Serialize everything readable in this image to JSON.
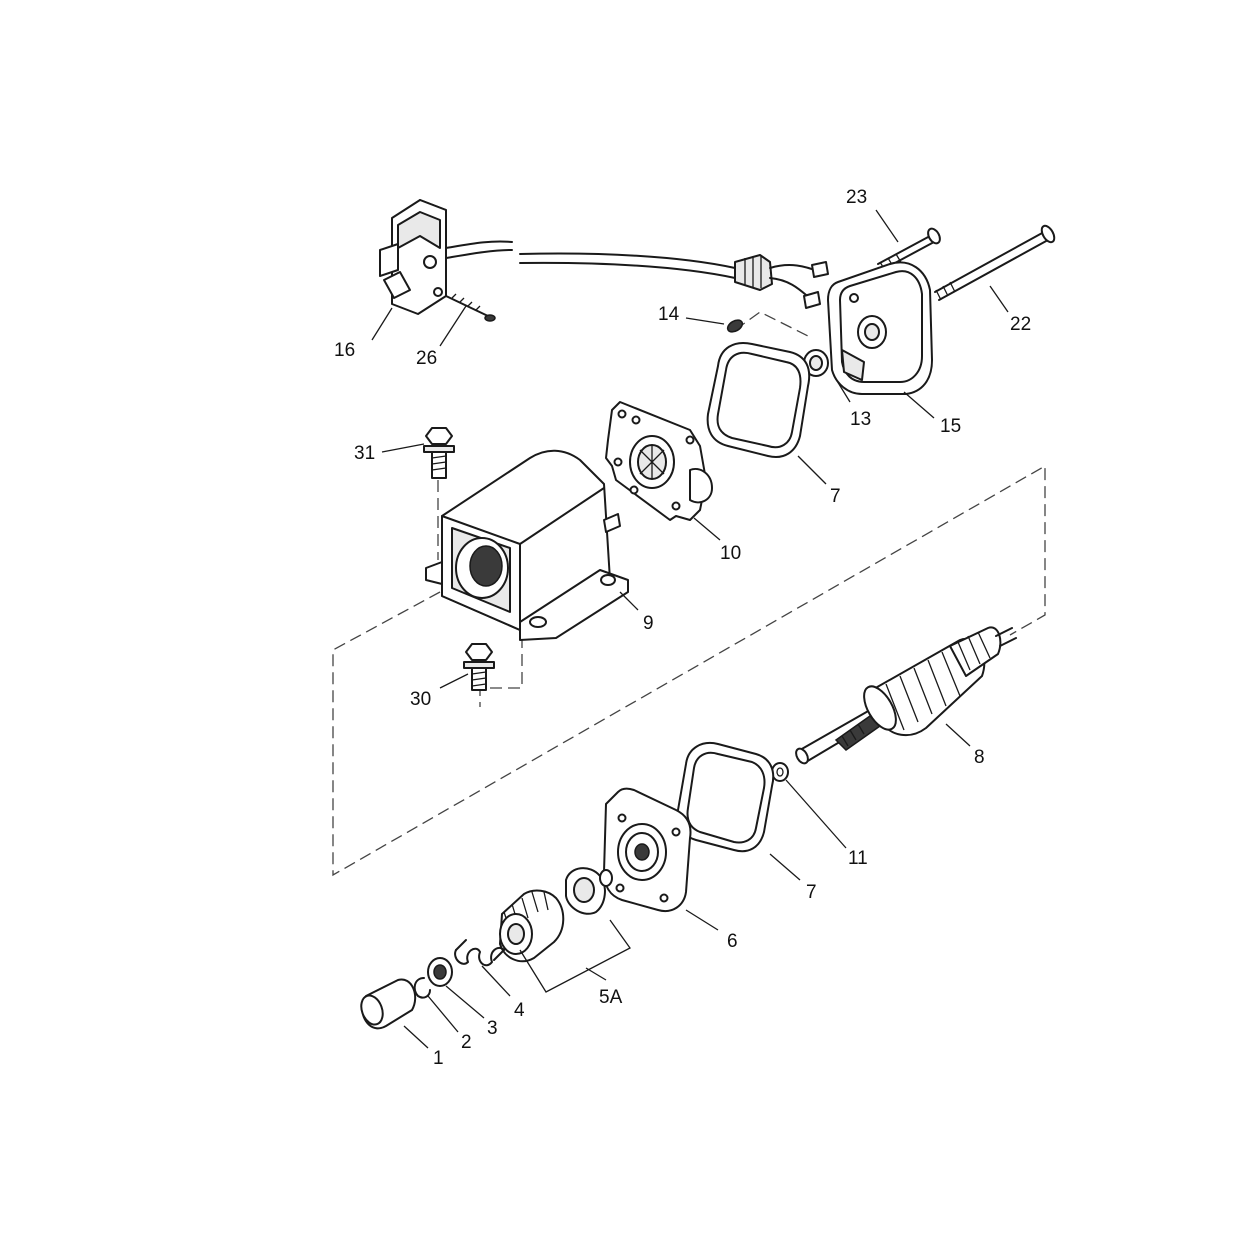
{
  "callouts": {
    "c1": "1",
    "c2": "2",
    "c3": "3",
    "c4": "4",
    "c5A": "5A",
    "c6": "6",
    "c7a": "7",
    "c7b": "7",
    "c8": "8",
    "c9": "9",
    "c10": "10",
    "c11": "11",
    "c13": "13",
    "c14": "14",
    "c15": "15",
    "c16": "16",
    "c22": "22",
    "c23": "23",
    "c26": "26",
    "c30": "30",
    "c31": "31"
  }
}
